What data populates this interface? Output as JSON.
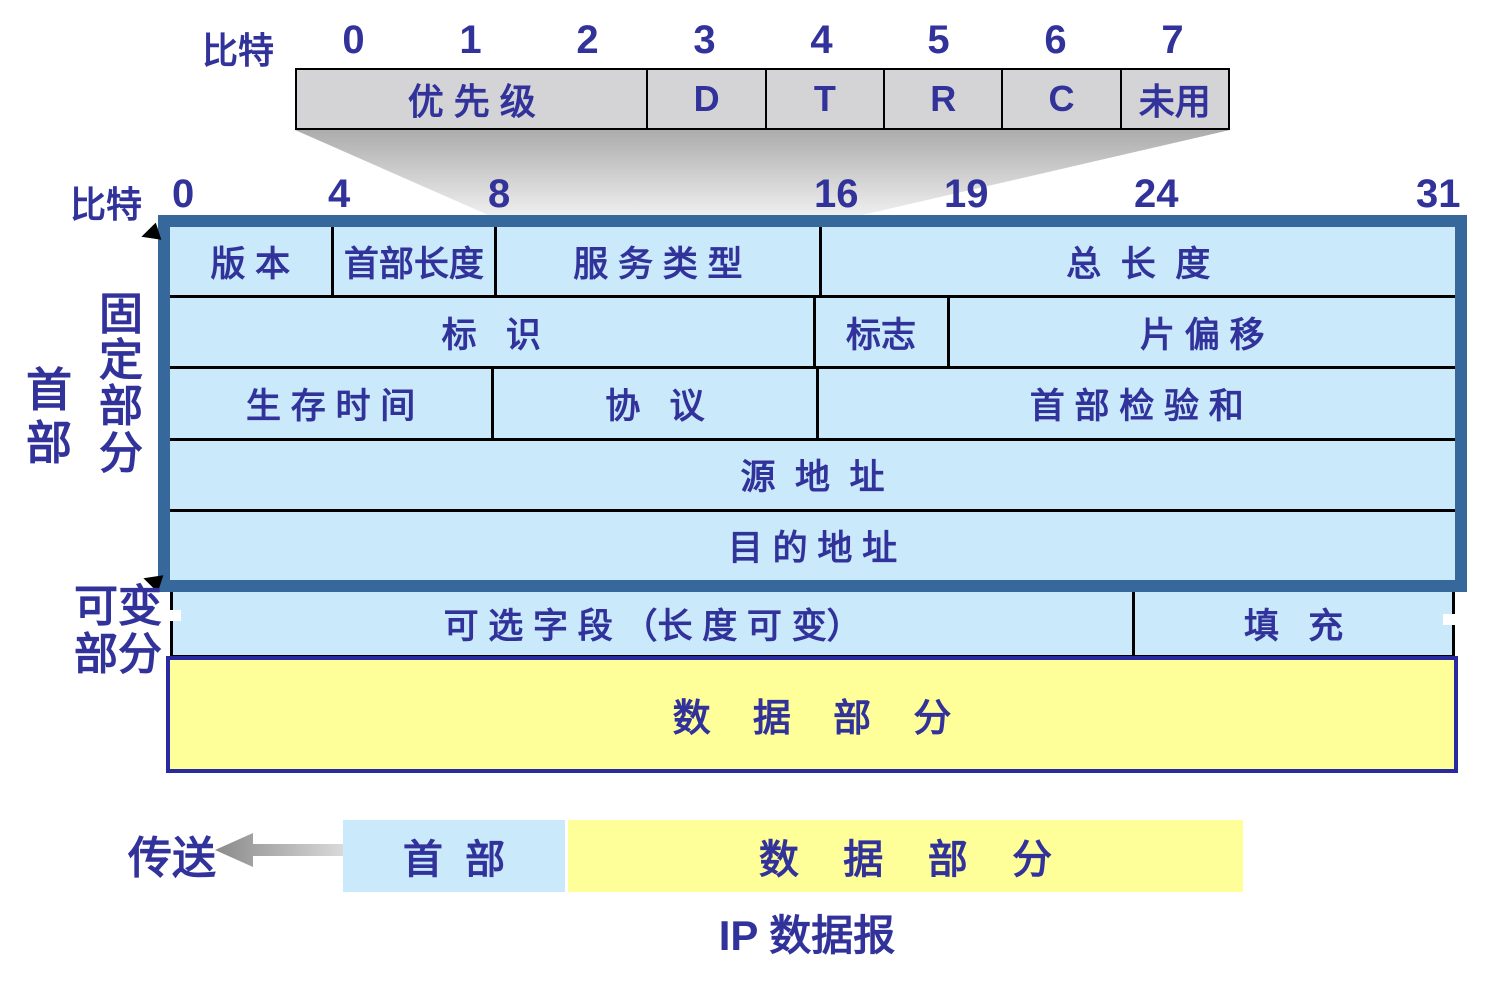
{
  "colors": {
    "ink": "#32329B",
    "steel_border": "#36689C",
    "light_blue": "#CAE9FA",
    "yellow": "#FFFF99",
    "gray_cell": "#D4D4D6",
    "data_border": "#2A2AA0"
  },
  "tos_expansion": {
    "bits_label": "比特",
    "bit_numbers": [
      "0",
      "1",
      "2",
      "3",
      "4",
      "5",
      "6",
      "7"
    ],
    "cells": [
      {
        "label": "优 先 级"
      },
      {
        "label": "D"
      },
      {
        "label": "T"
      },
      {
        "label": "R"
      },
      {
        "label": "C"
      },
      {
        "label": "未用"
      }
    ]
  },
  "ip_header": {
    "bits_label": "比特",
    "bit_numbers": [
      "0",
      "4",
      "8",
      "16",
      "19",
      "24",
      "31"
    ],
    "rows": [
      {
        "cells": [
          "版 本",
          "首部长度",
          "服 务 类 型",
          "总  长  度"
        ]
      },
      {
        "cells": [
          "标   识",
          "标志",
          "片 偏 移"
        ]
      },
      {
        "cells": [
          "生 存 时 间",
          "协   议",
          "首 部 检 验 和"
        ]
      },
      {
        "cells": [
          "源  地  址"
        ]
      },
      {
        "cells": [
          "目 的 地 址"
        ]
      }
    ],
    "options_cell": "可 选 字 段 （长 度 可 变）",
    "padding_cell": "填   充",
    "data_cell": "数    据    部    分"
  },
  "side_labels": {
    "header": "首部",
    "fixed_part": "固定部分",
    "variable_part": "可变部分"
  },
  "bottom_diagram": {
    "transmit_label": "传送",
    "header_box": "首  部",
    "data_box": "数    据    部    分",
    "caption": "IP 数据报"
  }
}
